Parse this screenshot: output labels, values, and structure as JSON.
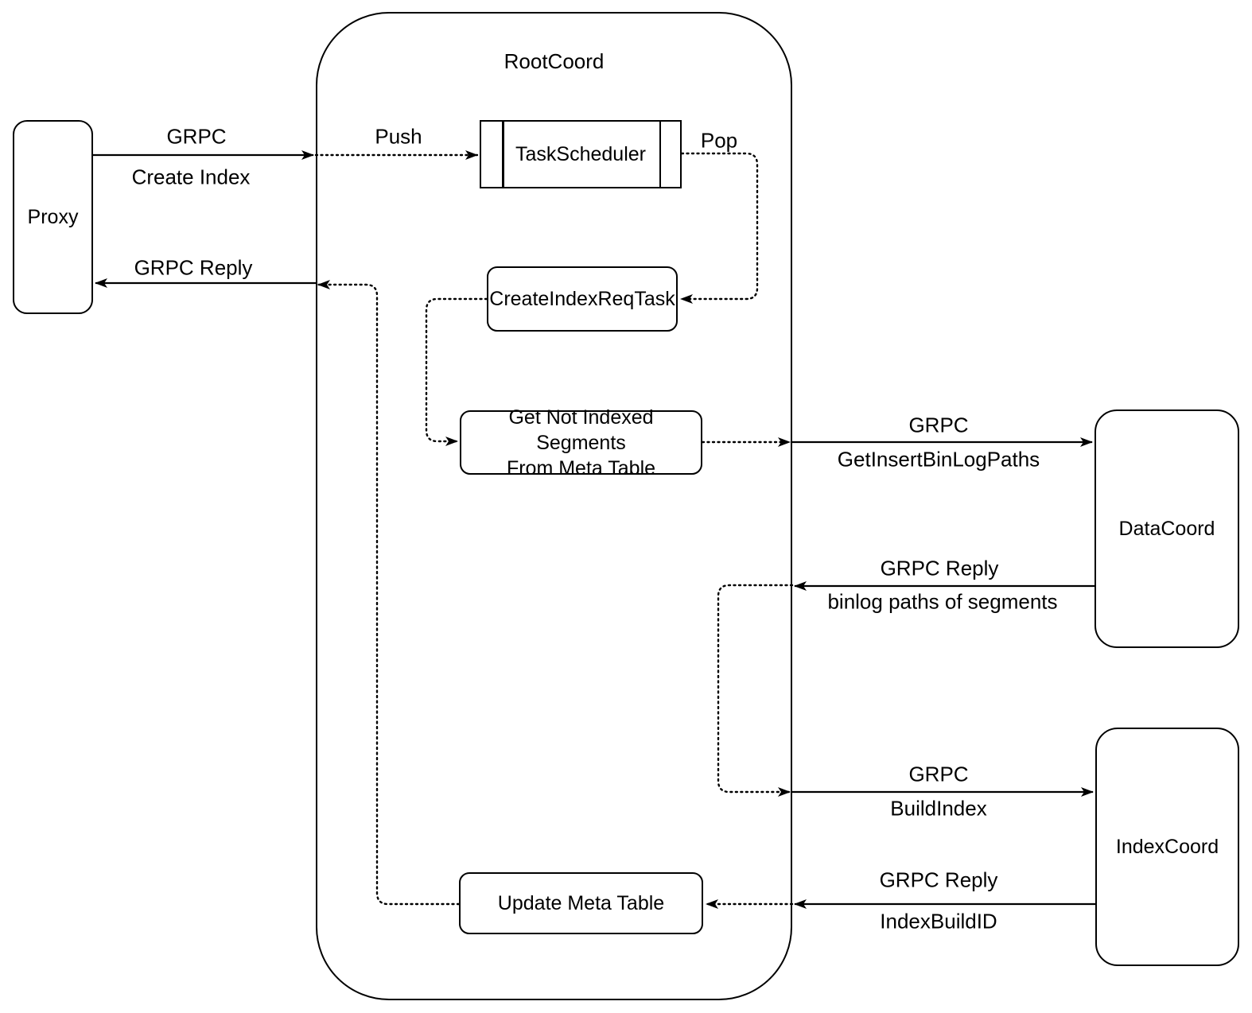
{
  "colors": {
    "stroke": "#000000",
    "background": "#ffffff",
    "text": "#000000"
  },
  "container": {
    "title": "RootCoord"
  },
  "nodes": {
    "proxy": {
      "label": "Proxy"
    },
    "taskScheduler": {
      "label": "TaskScheduler"
    },
    "createIndexReqTask": {
      "label": "CreateIndexReqTask"
    },
    "getNotIndexedSegments": {
      "label": "Get Not Indexed Segments\nFrom Meta Table"
    },
    "updateMetaTable": {
      "label": "Update Meta Table"
    },
    "dataCoord": {
      "label": "DataCoord"
    },
    "indexCoord": {
      "label": "IndexCoord"
    }
  },
  "edges": {
    "createIndex": {
      "protocol": "GRPC",
      "method": "Create Index"
    },
    "push": {
      "label": "Push"
    },
    "pop": {
      "label": "Pop"
    },
    "getInsertBinLogPaths": {
      "protocol": "GRPC",
      "method": "GetInsertBinLogPaths"
    },
    "binlogPathsReply": {
      "protocol": "GRPC Reply",
      "method": "binlog paths of segments"
    },
    "buildIndex": {
      "protocol": "GRPC",
      "method": "BuildIndex"
    },
    "indexBuildIdReply": {
      "protocol": "GRPC Reply",
      "method": "IndexBuildID"
    },
    "grpcReplyToProxy": {
      "label": "GRPC Reply"
    }
  }
}
